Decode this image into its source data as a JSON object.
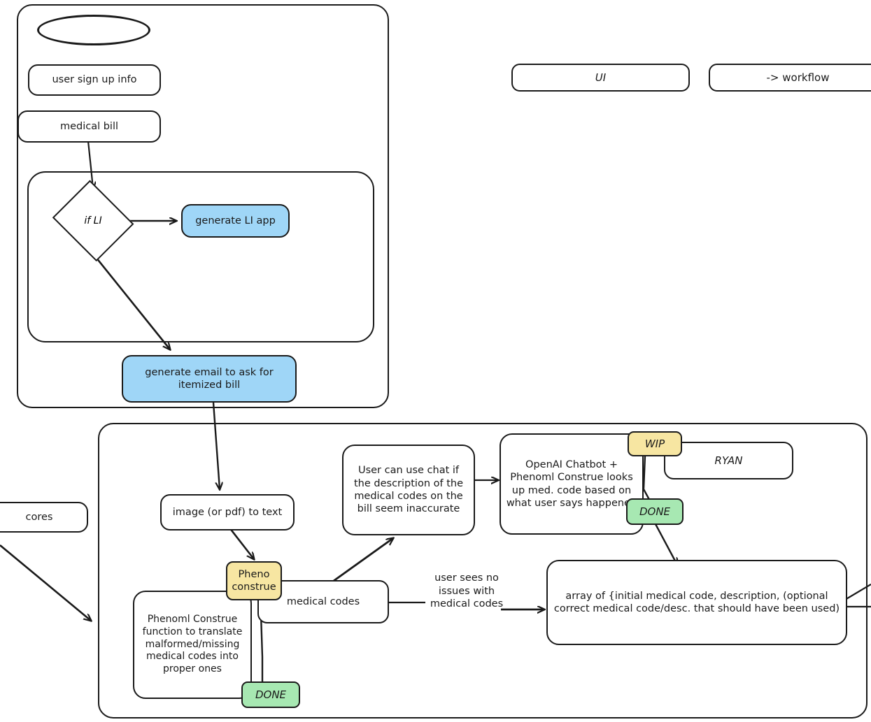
{
  "diagram": {
    "title_shape": "empty-ellipse",
    "colors": {
      "blue": "#9fd6f7",
      "yellow": "#f7e6a2",
      "green": "#a7e8b2",
      "stroke": "#1a1a1a",
      "background": "#ffffff"
    }
  },
  "top_group": {
    "inputs": {
      "user_sign_up": "user sign up info",
      "medical_bill": "medical bill"
    },
    "decision": {
      "label": "if LI"
    },
    "branch_true": "generate LI app",
    "branch_false": "generate email to ask for itemized bill"
  },
  "legend": {
    "ui": "UI",
    "workflow": "-> workflow"
  },
  "side": {
    "cores": "cores"
  },
  "bottom_group": {
    "ocr": "image (or pdf) to text",
    "pheno_construe": "Pheno construe",
    "pheno_construe_note": "Phenoml Construe function to translate malformed/missing medical codes into proper ones",
    "medical_codes": "medical codes",
    "chat_note": "User can use chat if the description of the medical codes on the bill seem inaccurate",
    "chatbot": "OpenAI Chatbot + Phenoml Construe looks up med. code based on what user says happened",
    "owner": "RYAN",
    "edge_label": "user sees no issues with medical codes",
    "array_output": "array of {initial medical code, description, (optional correct medical code/desc. that should have been used)"
  },
  "status_badges": {
    "wip": "WIP",
    "done_chatbot": "DONE",
    "done_construe": "DONE"
  }
}
